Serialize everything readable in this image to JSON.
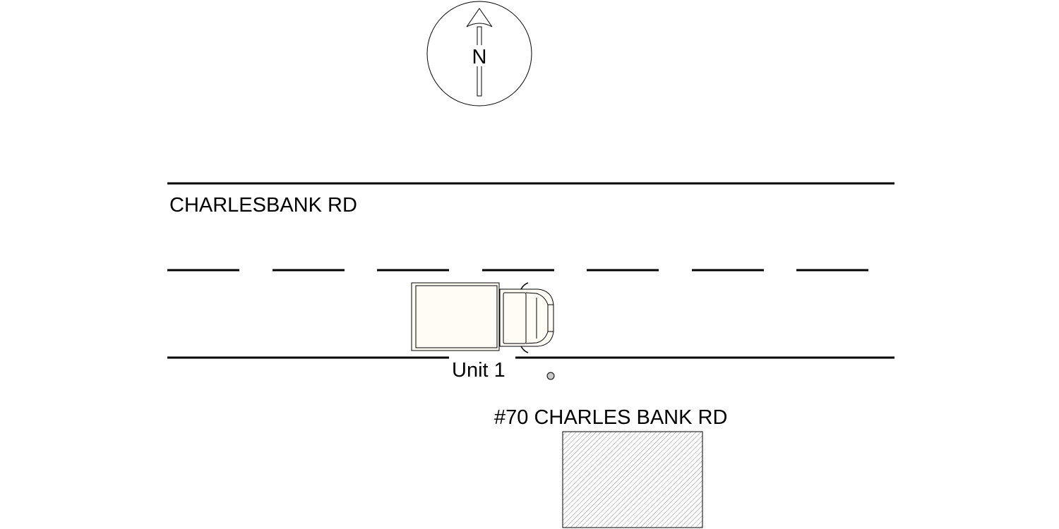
{
  "compass": {
    "label": "N",
    "icon": "north-arrow-icon"
  },
  "road": {
    "name": "CHARLESBANK RD"
  },
  "vehicle": {
    "label": "Unit 1",
    "icon": "box-truck-icon"
  },
  "address": {
    "label": "#70 CHARLES BANK RD",
    "icon": "building-icon"
  },
  "colors": {
    "line": "#000000",
    "truck_fill": "#fffcf5",
    "building_hatch": "#8a8a8a",
    "marker_fill": "#c8c8c8"
  }
}
